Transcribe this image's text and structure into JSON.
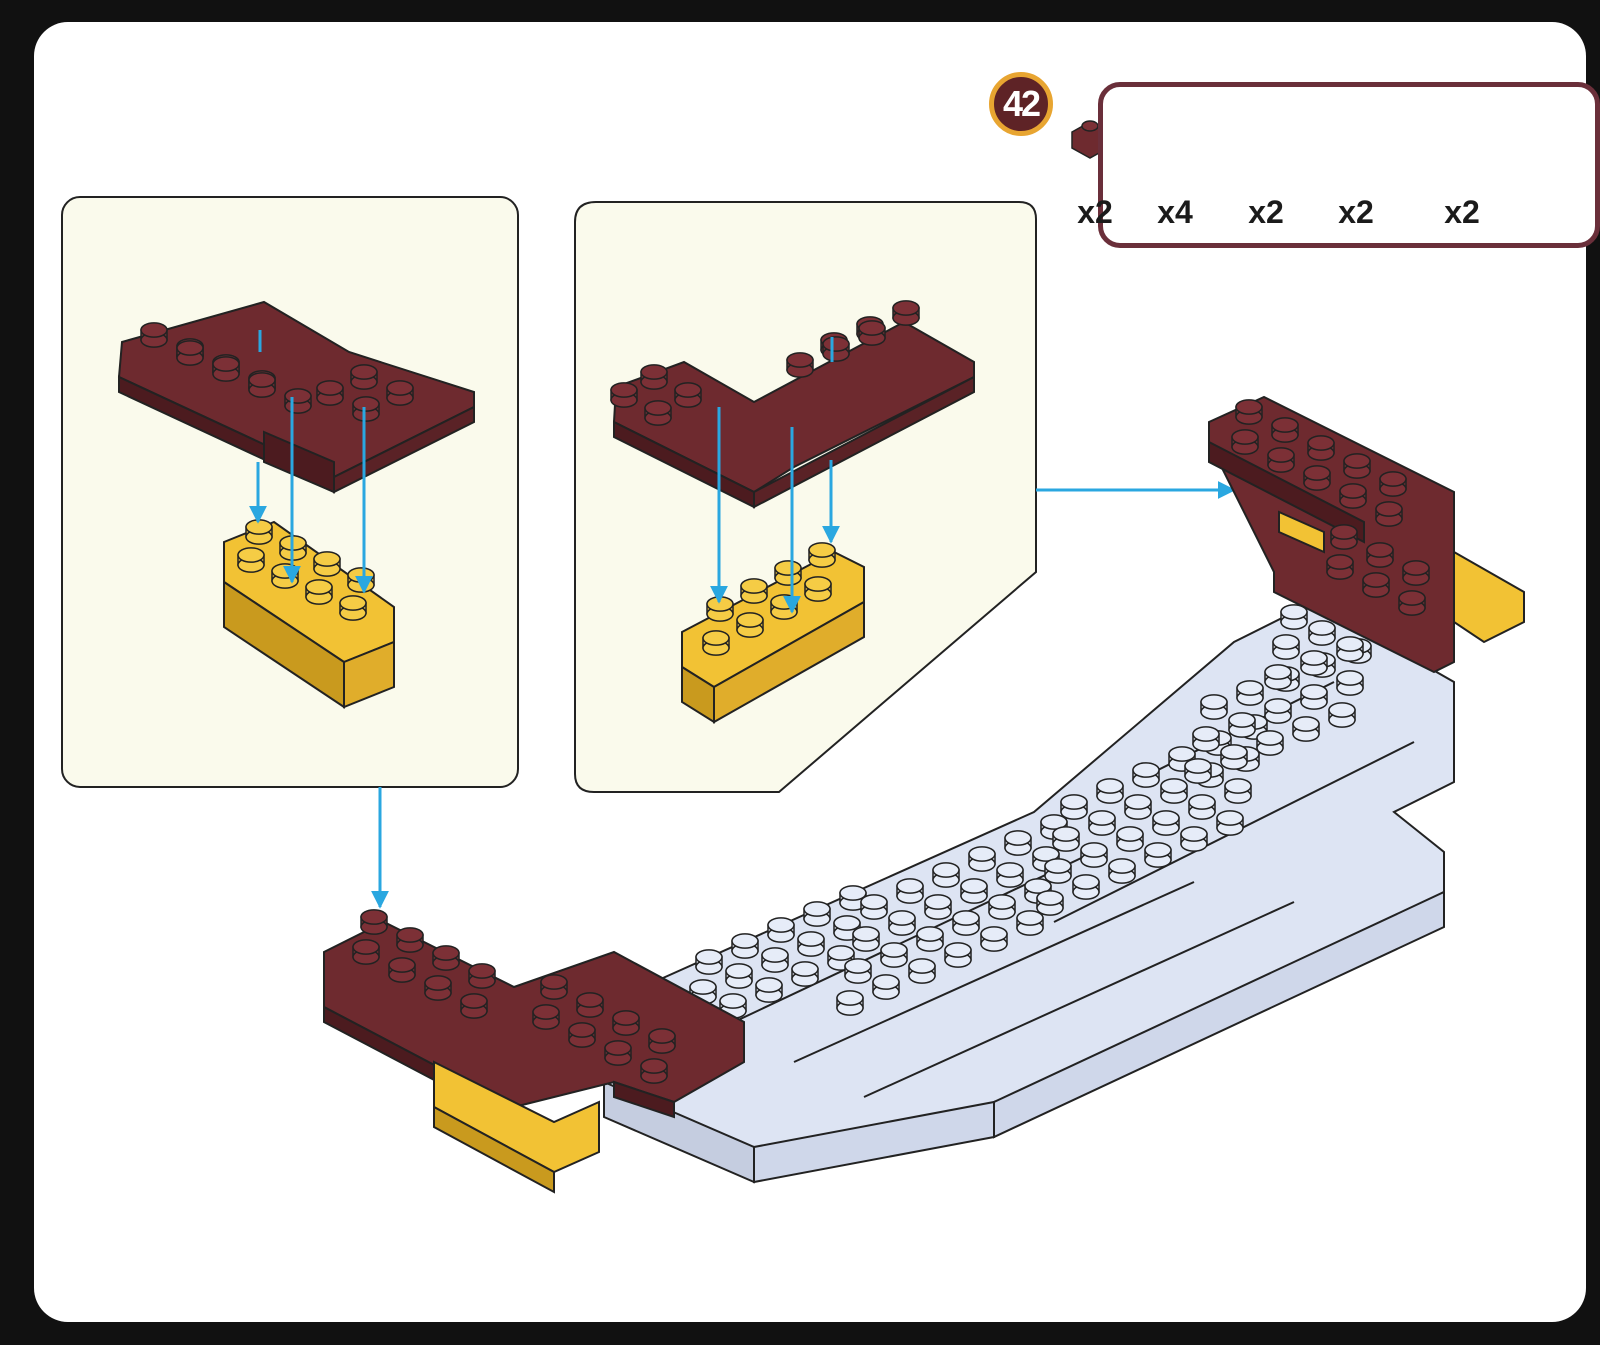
{
  "step": {
    "number": "42"
  },
  "parts": [
    {
      "icon": "brown-brick-1x1-icon",
      "color": "#6e2a2f",
      "qty": "x2"
    },
    {
      "icon": "yellow-brick-1x4-icon",
      "color": "#f2c234",
      "qty": "x4"
    },
    {
      "icon": "brown-corner-brick-icon",
      "color": "#6e2a2f",
      "qty": "x2"
    },
    {
      "icon": "brown-brick-2x3-icon",
      "color": "#6e2a2f",
      "qty": "x2"
    },
    {
      "icon": "brown-brick-2x4-icon",
      "color": "#6e2a2f",
      "qty": "x2"
    }
  ],
  "colors": {
    "brown": "#6e2a2f",
    "brown_dark": "#4c1b1f",
    "yellow": "#f2c234",
    "yellow_dark": "#c99a1e",
    "light_blue": "#dde4f3",
    "panel_bg": "#fafaec",
    "arrow": "#2aa7e0",
    "badge_ring": "#e8a531",
    "box_border": "#6a2f3a"
  }
}
